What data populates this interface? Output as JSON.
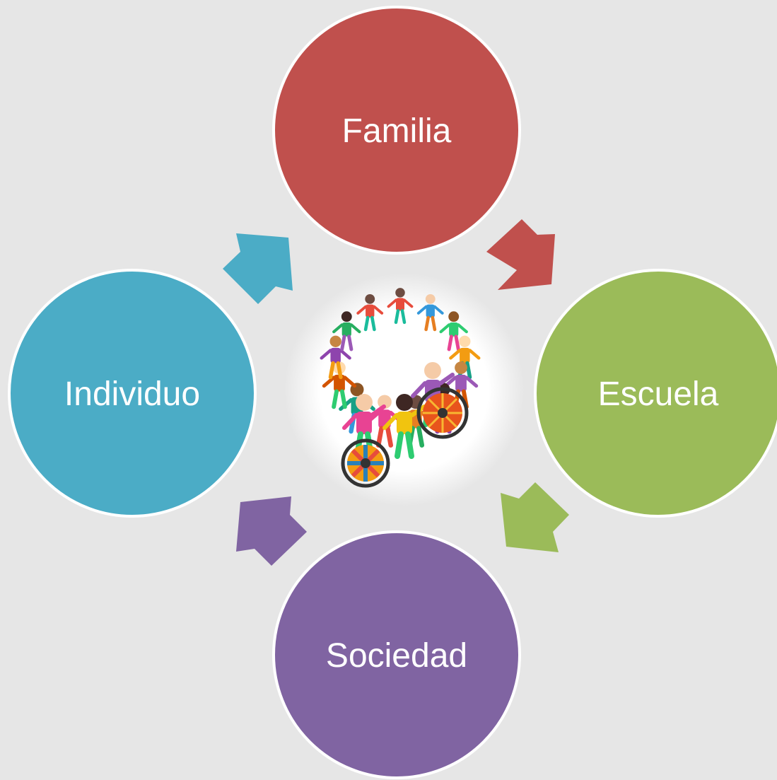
{
  "diagram": {
    "nodes": [
      {
        "id": "familia",
        "label": "Familia",
        "color": "#c0504d"
      },
      {
        "id": "escuela",
        "label": "Escuela",
        "color": "#9bbb59"
      },
      {
        "id": "sociedad",
        "label": "Sociedad",
        "color": "#8064a2"
      },
      {
        "id": "individuo",
        "label": "Individuo",
        "color": "#4bacc6"
      }
    ],
    "cycle_order": [
      "familia",
      "escuela",
      "sociedad",
      "individuo"
    ],
    "center_image": "children-holding-hands-in-circle-illustration",
    "background_color": "#e6e6e6"
  }
}
